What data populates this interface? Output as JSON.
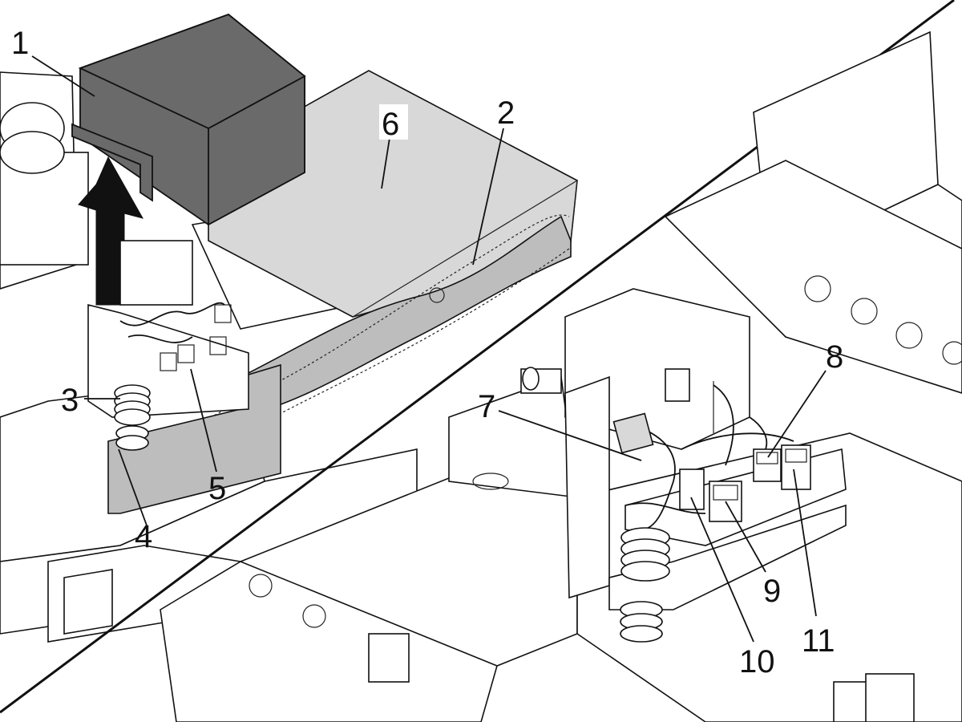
{
  "callouts": {
    "c1": "1",
    "c2": "2",
    "c3": "3",
    "c4": "4",
    "c5": "5",
    "c6": "6",
    "c7": "7",
    "c8": "8",
    "c9": "9",
    "c10": "10",
    "c11": "11"
  },
  "colors": {
    "cover": "#6a6a6a",
    "panel": "#bdbdbd",
    "machine": "#ffffff",
    "line": "#111111"
  }
}
